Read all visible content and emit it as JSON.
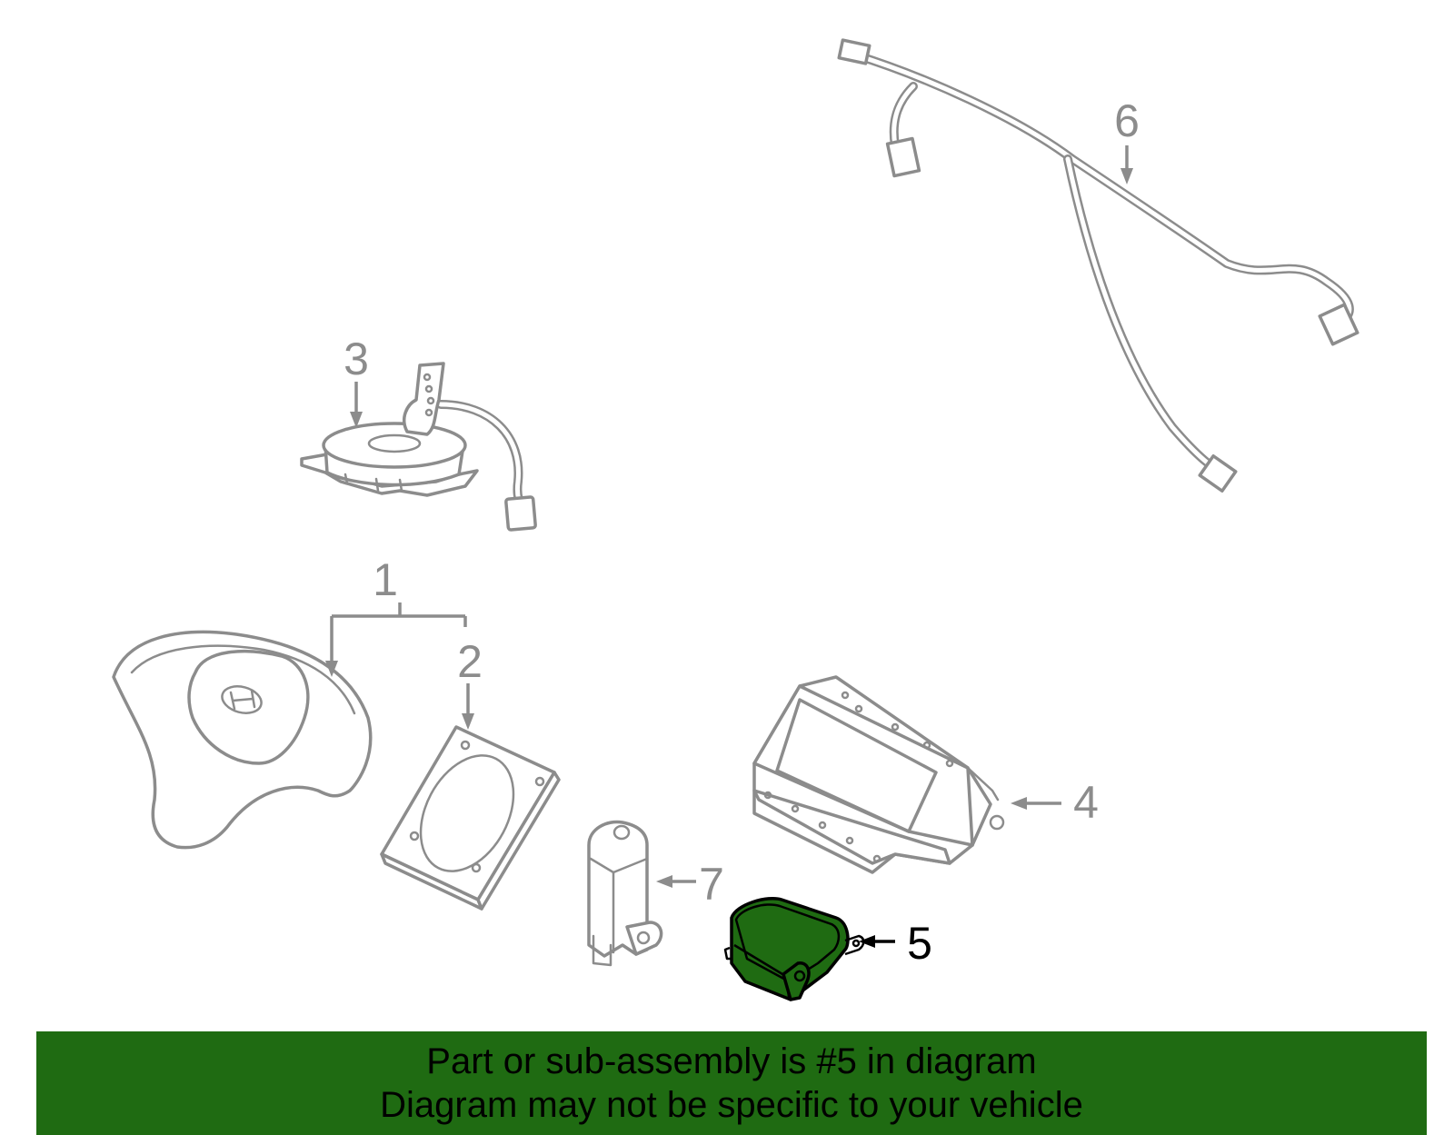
{
  "diagram": {
    "callouts": [
      {
        "id": "1",
        "label": "1"
      },
      {
        "id": "2",
        "label": "2"
      },
      {
        "id": "3",
        "label": "3"
      },
      {
        "id": "4",
        "label": "4"
      },
      {
        "id": "5",
        "label": "5"
      },
      {
        "id": "6",
        "label": "6"
      },
      {
        "id": "7",
        "label": "7"
      }
    ],
    "highlighted_part": "5",
    "highlight_color": "#1f6b12",
    "line_color": "#8c8c8c"
  },
  "banner": {
    "line1": "Part or sub-assembly is #5 in diagram",
    "line2": "Diagram may not be specific to your vehicle",
    "background": "#1f6b12"
  }
}
